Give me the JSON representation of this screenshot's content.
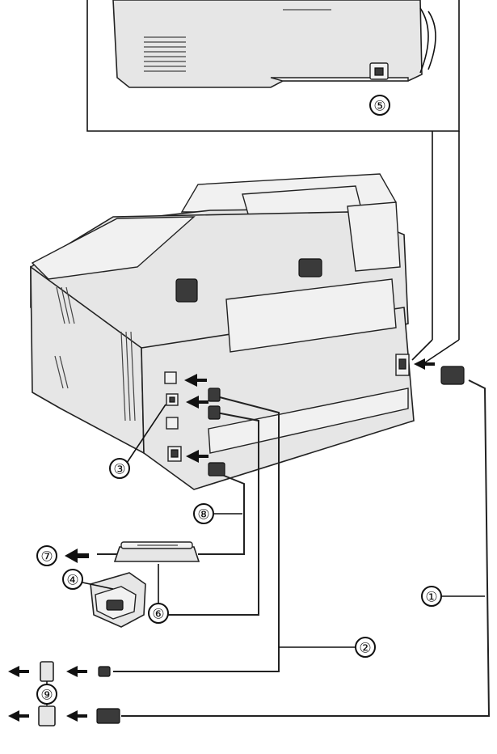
{
  "callouts": [
    {
      "id": "1",
      "label": "①"
    },
    {
      "id": "2",
      "label": "②"
    },
    {
      "id": "3",
      "label": "③"
    },
    {
      "id": "4",
      "label": "④"
    },
    {
      "id": "5",
      "label": "⑤"
    },
    {
      "id": "6",
      "label": "⑥"
    },
    {
      "id": "7",
      "label": "⑦"
    },
    {
      "id": "8",
      "label": "⑧"
    },
    {
      "id": "9",
      "label": "⑨"
    }
  ],
  "colors": {
    "line": "#111111",
    "device_body": "#e6e6e6",
    "background": "#ffffff"
  },
  "icons": [
    "power-cord",
    "telephone-line-cord",
    "extension-telephone",
    "dsl-filter",
    "ac-outlet",
    "telephone-jack"
  ]
}
